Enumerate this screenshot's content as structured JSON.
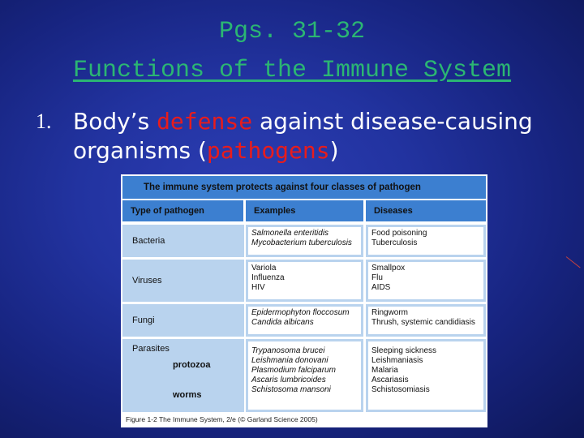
{
  "title": {
    "line1": "Pgs. 31-32",
    "line2": "Functions of the Immune System"
  },
  "point1": {
    "number": "1.",
    "text_a": "Body’s ",
    "highlight1": "defense",
    "text_b": " against disease-causing organisms (",
    "highlight2": "pathogens",
    "text_c": ")"
  },
  "colors": {
    "title": "#2bb673",
    "highlight": "#e81c1c",
    "table_header": "#3c7fd0",
    "table_cell": "#b9d3ee"
  },
  "figure": {
    "heading": "The immune system protects against four classes of pathogen",
    "columns": [
      "Type of pathogen",
      "Examples",
      "Diseases"
    ],
    "rows": [
      {
        "type": "Bacteria",
        "examples": [
          "Salmonella enteritidis",
          "Mycobacterium tuberculosis"
        ],
        "diseases": [
          "Food poisoning",
          "Tuberculosis"
        ]
      },
      {
        "type": "Viruses",
        "examples": [
          "Variola",
          "Influenza",
          "HIV"
        ],
        "diseases": [
          "Smallpox",
          "Flu",
          "AIDS"
        ]
      },
      {
        "type": "Fungi",
        "examples": [
          "Epidermophyton floccosum",
          "Candida albicans"
        ],
        "diseases": [
          "Ringworm",
          "Thrush, systemic candidiasis"
        ]
      },
      {
        "type": "Parasites",
        "subtypes": [
          "protozoa",
          "worms"
        ],
        "examples": [
          "Trypanosoma brucei",
          "Leishmania donovani",
          "Plasmodium falciparum",
          "Ascaris lumbricoides",
          "Schistosoma mansoni"
        ],
        "diseases": [
          "Sleeping sickness",
          "Leishmaniasis",
          "Malaria",
          "Ascariasis",
          "Schistosomiasis"
        ]
      }
    ],
    "caption": "Figure 1-2 The Immune System, 2/e (© Garland Science 2005)"
  }
}
